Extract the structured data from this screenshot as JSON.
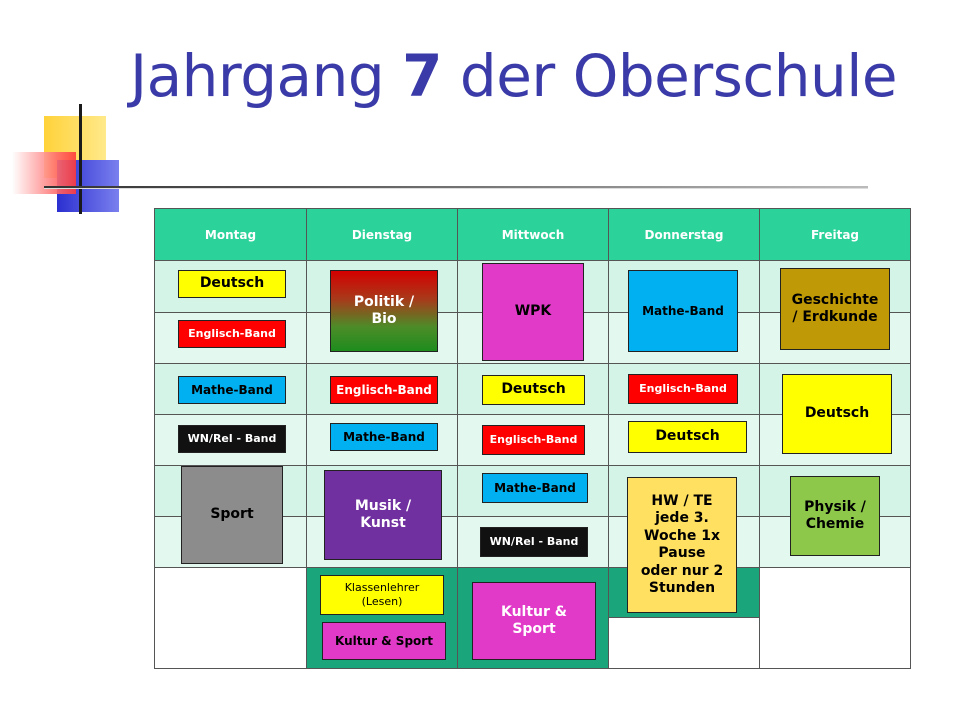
{
  "title": {
    "prefix": "Jahrgang ",
    "number": "7",
    "suffix": " der Oberschule"
  },
  "schedule": {
    "days": [
      "Montag",
      "Dienstag",
      "Mittwoch",
      "Donnerstag",
      "Freitag"
    ],
    "lessons": {
      "mon_deutsch": "Deutsch",
      "mon_englisch": "Englisch-Band",
      "mon_mathe": "Mathe-Band",
      "mon_wnrel": "WN/Rel - Band",
      "mon_sport": "Sport",
      "tue_politik": "Politik / Bio",
      "tue_englisch": "Englisch-Band",
      "tue_mathe": "Mathe-Band",
      "tue_musik": "Musik / Kunst",
      "tue_klassenlehrer": "Klassenlehrer (Lesen)",
      "tue_kultur": "Kultur & Sport",
      "wed_wpk": "WPK",
      "wed_deutsch": "Deutsch",
      "wed_englisch": "Englisch-Band",
      "wed_mathe": "Mathe-Band",
      "wed_wnrel": "WN/Rel - Band",
      "wed_kultur": "Kultur & Sport",
      "thu_mathe": "Mathe-Band",
      "thu_englisch": "Englisch-Band",
      "thu_deutsch": "Deutsch",
      "thu_hwte": "HW / TE jede 3. Woche 1x Pause oder nur 2 Stunden",
      "fri_geschichte": "Geschichte / Erdkunde",
      "fri_deutsch": "Deutsch",
      "fri_physik": "Physik / Chemie"
    }
  }
}
